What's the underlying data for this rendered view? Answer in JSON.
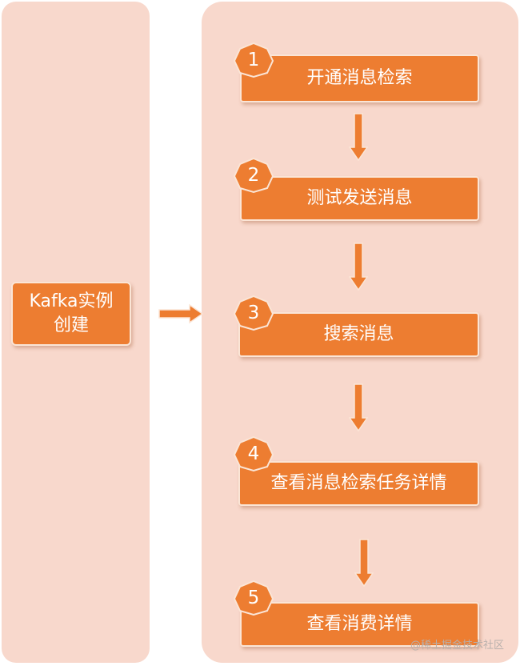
{
  "source": {
    "line1": "Kafka实例",
    "line2": "创建"
  },
  "steps": [
    {
      "number": "1",
      "label": "开通消息检索"
    },
    {
      "number": "2",
      "label": "测试发送消息"
    },
    {
      "number": "3",
      "label": "搜索消息"
    },
    {
      "number": "4",
      "label": "查看消息检索任务详情"
    },
    {
      "number": "5",
      "label": "查看消费详情"
    }
  ],
  "watermark": "@稀土掘金技术社区",
  "colors": {
    "panel": "#f8d8cc",
    "box": "#ed7d31",
    "box_border": "#fbe5d6",
    "text": "#ffffff"
  }
}
